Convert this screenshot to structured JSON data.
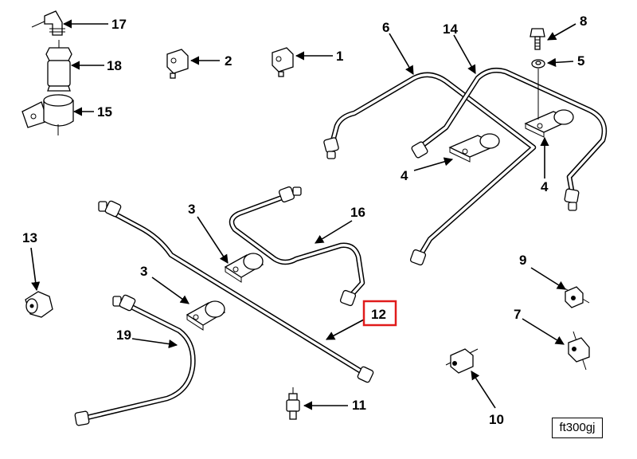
{
  "callouts": {
    "c17": "17",
    "c18": "18",
    "c15": "15",
    "c2": "2",
    "c1": "1",
    "c6": "6",
    "c14": "14",
    "c8": "8",
    "c5": "5",
    "c4a": "4",
    "c4b": "4",
    "c3a": "3",
    "c16": "16",
    "c13": "13",
    "c3b": "3",
    "c12": "12",
    "c9": "9",
    "c19": "19",
    "c7": "7",
    "c11": "11",
    "c10": "10"
  },
  "reference_code": "ft300gj",
  "highlight": {
    "callout": "12",
    "color": "#e01b1b"
  }
}
